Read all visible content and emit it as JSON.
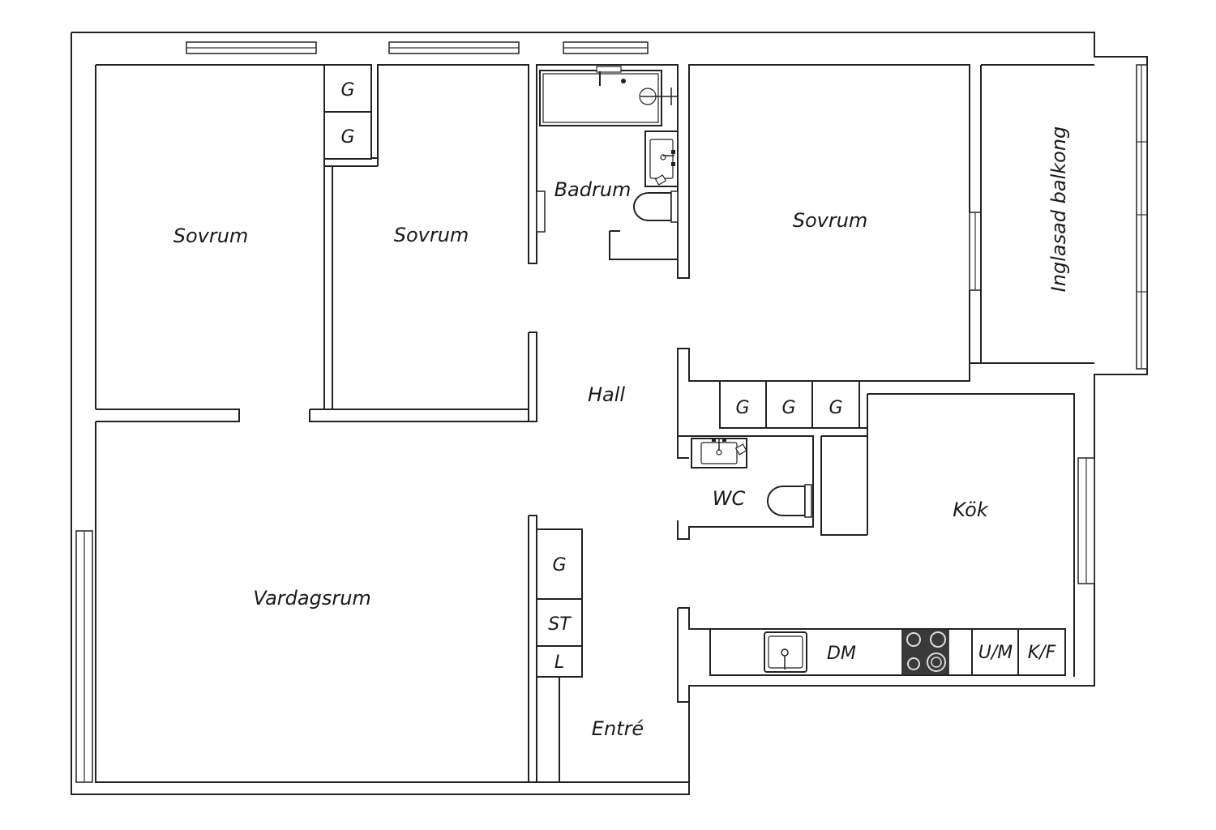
{
  "rooms": {
    "sovrum_1": "Sovrum",
    "sovrum_2": "Sovrum",
    "sovrum_3": "Sovrum",
    "badrum": "Badrum",
    "balkong": "Inglasad balkong",
    "hall": "Hall",
    "wc": "WC",
    "kok": "Kök",
    "vardagsrum": "Vardagsrum",
    "entre": "Entré"
  },
  "cabinets": {
    "g1": "G",
    "g2": "G",
    "g3": "G",
    "g4": "G",
    "g5": "G",
    "g6": "G",
    "st": "ST",
    "l": "L",
    "dm": "DM",
    "um": "U/M",
    "kf": "K/F"
  }
}
